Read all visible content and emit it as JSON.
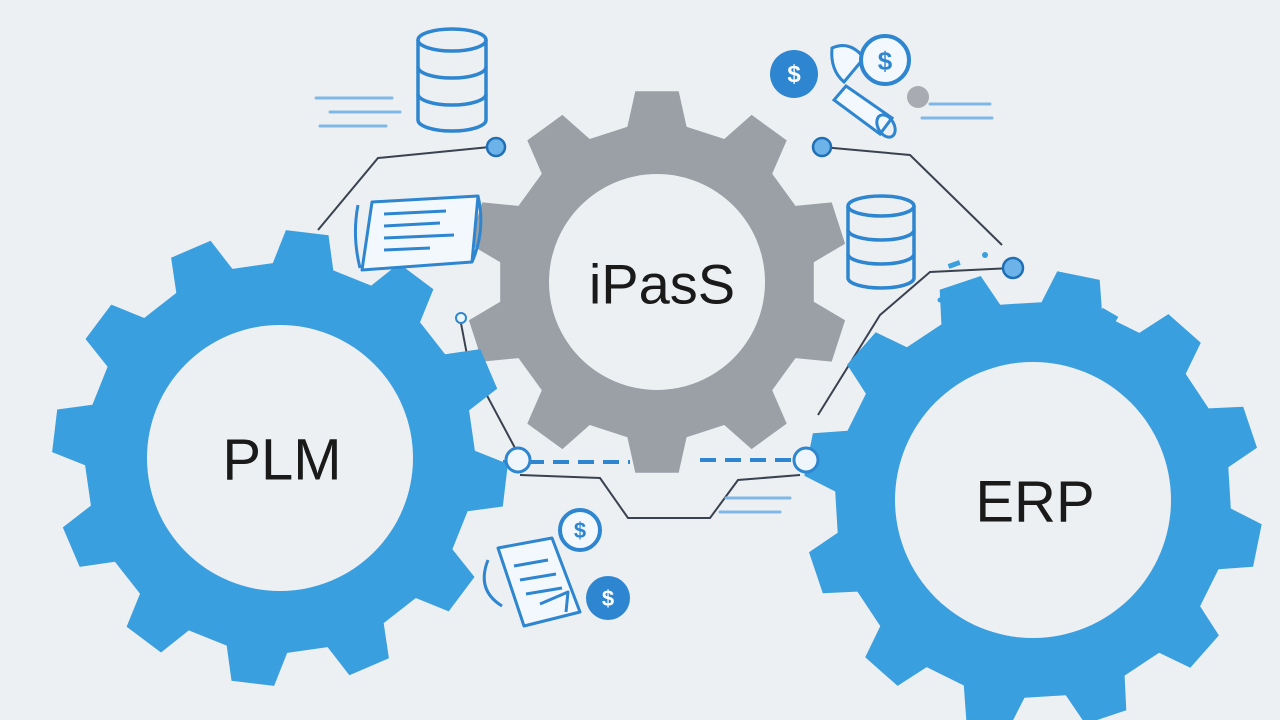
{
  "gears": [
    {
      "id": "plm",
      "label": "PLM",
      "color": "#3a9fdf"
    },
    {
      "id": "ipaas",
      "label": "iPasS",
      "color": "#9aa0a6"
    },
    {
      "id": "erp",
      "label": "ERP",
      "color": "#3a9fdf"
    }
  ],
  "icons": {
    "coin_symbol": "$",
    "database_icon": "database-icon",
    "document_icon": "document-scroll-icon",
    "coin_icon": "dollar-coin-icon"
  },
  "colors": {
    "background": "#edf0f3",
    "accent_blue": "#3a9fdf",
    "icon_blue": "#2e86d0",
    "gear_gray": "#9aa0a6",
    "connector": "#3a4250",
    "label_text": "#1a1a1a"
  }
}
